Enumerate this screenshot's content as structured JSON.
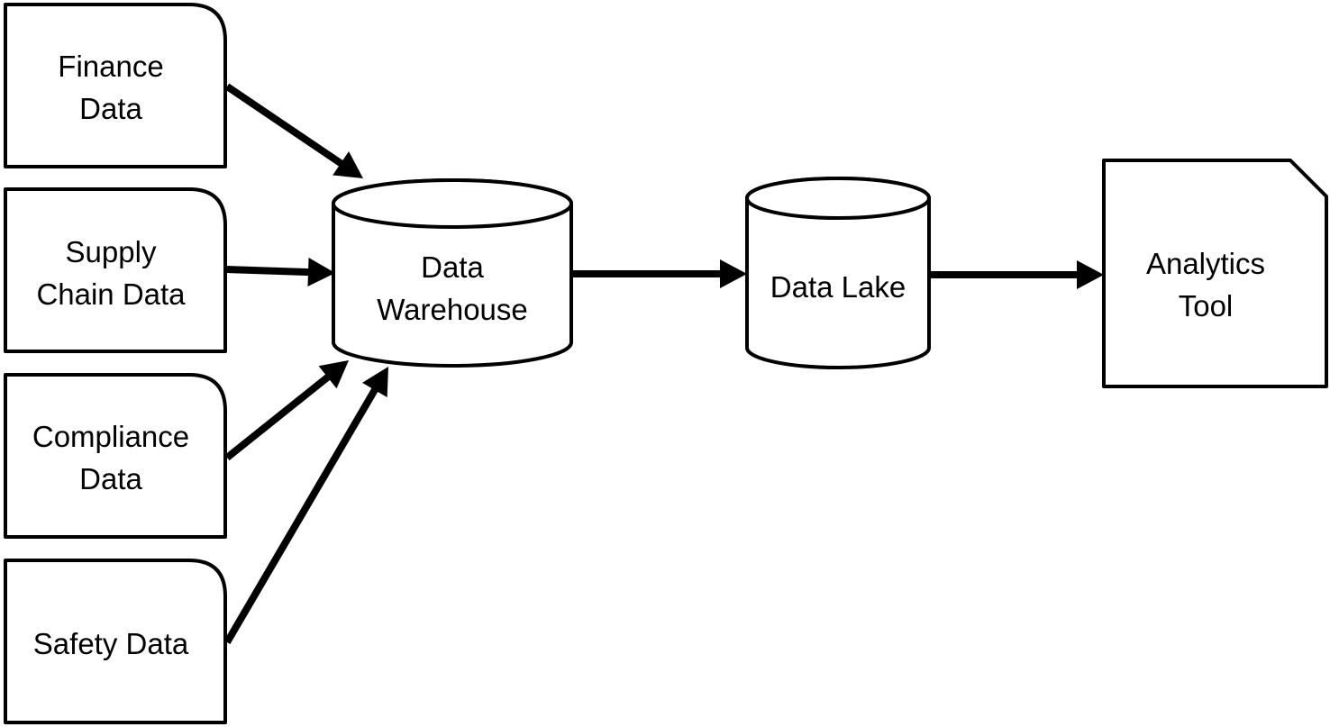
{
  "sources": [
    {
      "id": "finance",
      "lines": [
        "Finance",
        "Data"
      ]
    },
    {
      "id": "supply-chain",
      "lines": [
        "Supply",
        "Chain Data"
      ]
    },
    {
      "id": "compliance",
      "lines": [
        "Compliance",
        "Data"
      ]
    },
    {
      "id": "safety",
      "lines": [
        "Safety Data"
      ]
    }
  ],
  "warehouse": {
    "lines": [
      "Data",
      "Warehouse"
    ]
  },
  "lake": {
    "lines": [
      "Data Lake"
    ]
  },
  "analytics": {
    "lines": [
      "Analytics",
      "Tool"
    ]
  },
  "edges": [
    {
      "from": "Finance Data",
      "to": "Data Warehouse"
    },
    {
      "from": "Supply Chain Data",
      "to": "Data Warehouse"
    },
    {
      "from": "Compliance Data",
      "to": "Data Warehouse"
    },
    {
      "from": "Safety Data",
      "to": "Data Warehouse"
    },
    {
      "from": "Data Warehouse",
      "to": "Data Lake"
    },
    {
      "from": "Data Lake",
      "to": "Analytics Tool"
    }
  ],
  "colors": {
    "stroke": "#000000",
    "fill": "#ffffff",
    "background": "#ffffff"
  }
}
